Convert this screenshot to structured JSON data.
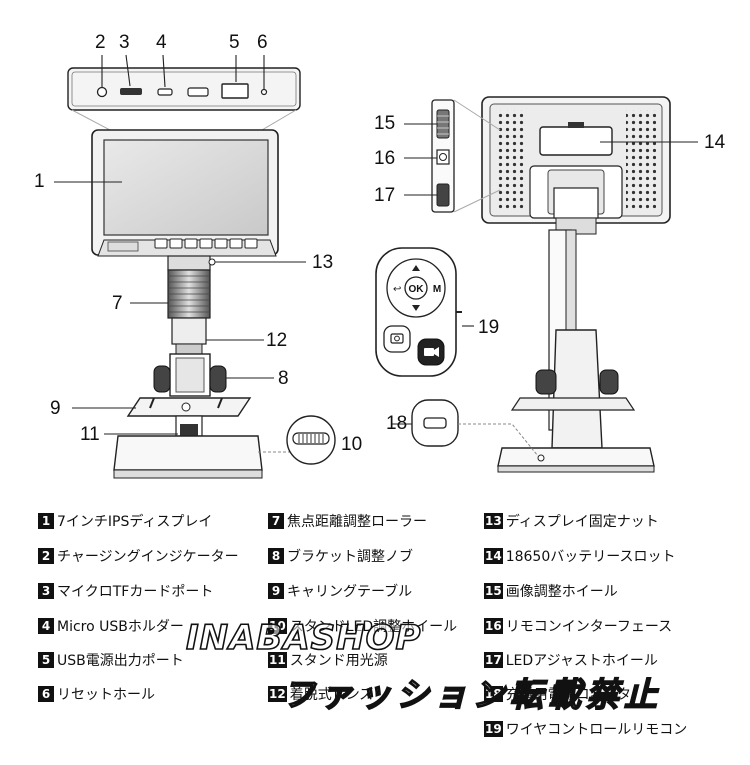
{
  "callouts": [
    "1",
    "2",
    "3",
    "4",
    "5",
    "6",
    "7",
    "8",
    "9",
    "10",
    "11",
    "12",
    "13",
    "14",
    "15",
    "16",
    "17",
    "18",
    "19"
  ],
  "legend": [
    {
      "num": "1",
      "text": "7インチIPSディスプレイ"
    },
    {
      "num": "2",
      "text": "チャージングインジケーター"
    },
    {
      "num": "3",
      "text": "マイクロTFカードポート"
    },
    {
      "num": "4",
      "text": "Micro USBホルダー"
    },
    {
      "num": "5",
      "text": "USB電源出力ポート"
    },
    {
      "num": "6",
      "text": "リセットホール"
    },
    {
      "num": "7",
      "text": "焦点距離調整ローラー"
    },
    {
      "num": "8",
      "text": "ブラケット調整ノブ"
    },
    {
      "num": "9",
      "text": "キャリングテーブル"
    },
    {
      "num": "10",
      "text": "スタンドLED調整ホイール"
    },
    {
      "num": "11",
      "text": "スタンド用光源"
    },
    {
      "num": "12",
      "text": "着脱式レンズ"
    },
    {
      "num": "13",
      "text": "ディスプレイ固定ナット"
    },
    {
      "num": "14",
      "text": "18650バッテリースロット"
    },
    {
      "num": "15",
      "text": "画像調整ホイール"
    },
    {
      "num": "16",
      "text": "リモコンインターフェース"
    },
    {
      "num": "17",
      "text": "LEDアジャストホイール"
    },
    {
      "num": "18",
      "text": "充電用電源コネクタ"
    },
    {
      "num": "19",
      "text": "ワイヤコントロールリモコン"
    }
  ],
  "remote": {
    "ok": "OK",
    "m": "M"
  },
  "watermark": {
    "shop": "INABASHOP",
    "ban": "ファッション転載禁止"
  }
}
